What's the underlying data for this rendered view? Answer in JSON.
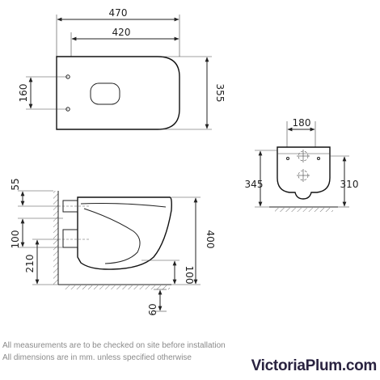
{
  "dimensions": {
    "top_width_overall": "470",
    "top_width_inner": "420",
    "top_fixing_spacing": "160",
    "top_length": "355",
    "front_fixing_width": "180",
    "front_height_left": "345",
    "front_height_right": "310",
    "side_top_offset": "55",
    "side_waste_height": "100",
    "side_base_height": "210",
    "side_rim_height": "400",
    "side_floor_gap": "100",
    "side_bottom_offset": "60"
  },
  "notes": {
    "line1": "All measurements are to be checked on site before installation",
    "line2": "All dimensions are in mm. unless specified otherwise"
  },
  "brand": {
    "name": "VictoriaPlum.com"
  }
}
